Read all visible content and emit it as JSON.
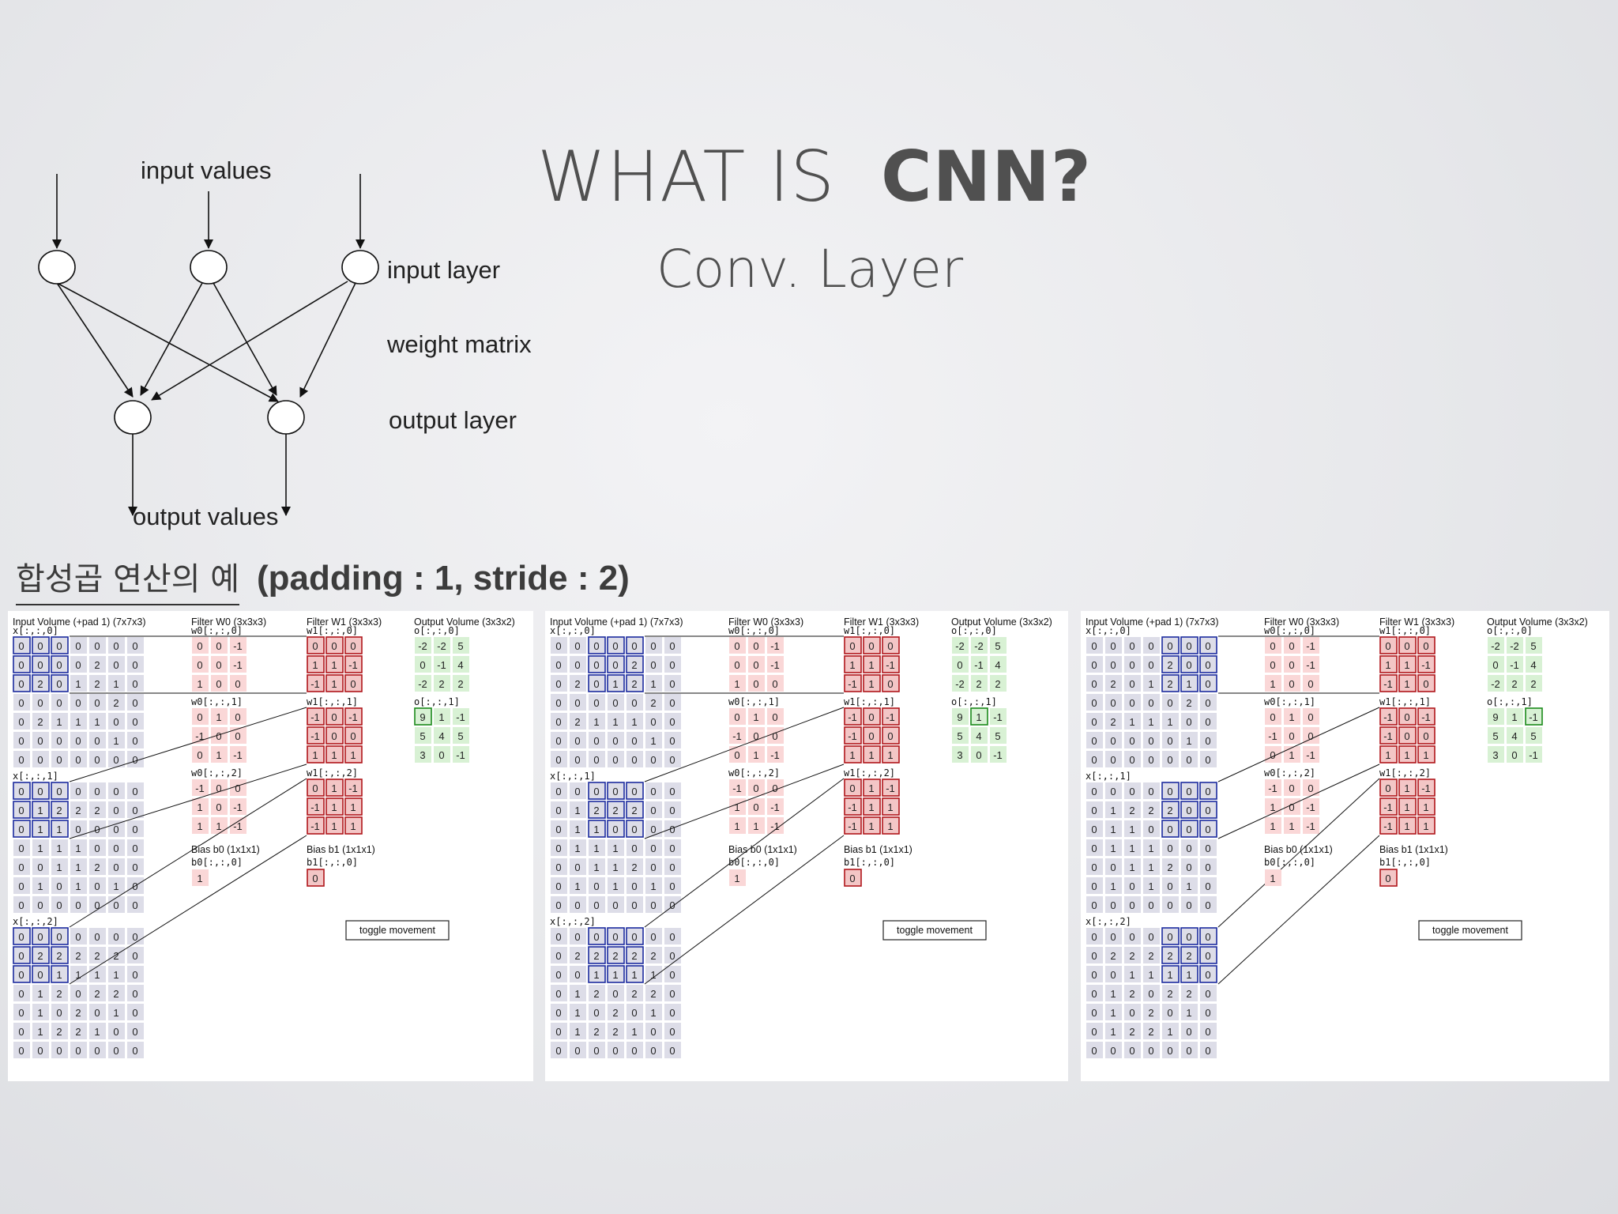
{
  "slide": {
    "title_prefix": "WHAT IS",
    "title_bold": "CNN?",
    "subtitle": "Conv. Layer"
  },
  "nn_diagram": {
    "label_input_values": "input values",
    "label_input_layer": "input layer",
    "label_weight_matrix": "weight matrix",
    "label_output_layer": "output layer",
    "label_output_values": "output values"
  },
  "example_heading": {
    "korean": "합성곱 연산의 예",
    "params": "(padding : 1, stride : 2)"
  },
  "demo": {
    "labels": {
      "input_volume": "Input Volume (+pad 1) (7x7x3)",
      "filter_w0": "Filter W0 (3x3x3)",
      "filter_w1": "Filter W1 (3x3x3)",
      "output_volume": "Output Volume (3x3x2)",
      "bias_b0": "Bias b0 (1x1x1)",
      "bias_b1": "Bias b1 (1x1x1)",
      "bias_b0_slice": "b0[:,:,0]",
      "bias_b1_slice": "b1[:,:,0]",
      "toggle_button": "toggle movement"
    },
    "input_slices": [
      "x[:,:,0]",
      "x[:,:,1]",
      "x[:,:,2]"
    ],
    "w0_slices": [
      "w0[:,:,0]",
      "w0[:,:,1]",
      "w0[:,:,2]"
    ],
    "w1_slices": [
      "w1[:,:,0]",
      "w1[:,:,1]",
      "w1[:,:,2]"
    ],
    "output_slices": [
      "o[:,:,0]",
      "o[:,:,1]"
    ],
    "input": [
      [
        [
          "0",
          "0",
          "0",
          "0",
          "0",
          "0",
          "0"
        ],
        [
          "0",
          "0",
          "0",
          "0",
          "2",
          "0",
          "0"
        ],
        [
          "0",
          "2",
          "0",
          "1",
          "2",
          "1",
          "0"
        ],
        [
          "0",
          "0",
          "0",
          "0",
          "0",
          "2",
          "0"
        ],
        [
          "0",
          "2",
          "1",
          "1",
          "1",
          "0",
          "0"
        ],
        [
          "0",
          "0",
          "0",
          "0",
          "0",
          "1",
          "0"
        ],
        [
          "0",
          "0",
          "0",
          "0",
          "0",
          "0",
          "0"
        ]
      ],
      [
        [
          "0",
          "0",
          "0",
          "0",
          "0",
          "0",
          "0"
        ],
        [
          "0",
          "1",
          "2",
          "2",
          "2",
          "0",
          "0"
        ],
        [
          "0",
          "1",
          "1",
          "0",
          "0",
          "0",
          "0"
        ],
        [
          "0",
          "1",
          "1",
          "1",
          "0",
          "0",
          "0"
        ],
        [
          "0",
          "0",
          "1",
          "1",
          "2",
          "0",
          "0"
        ],
        [
          "0",
          "1",
          "0",
          "1",
          "0",
          "1",
          "0"
        ],
        [
          "0",
          "0",
          "0",
          "0",
          "0",
          "0",
          "0"
        ]
      ],
      [
        [
          "0",
          "0",
          "0",
          "0",
          "0",
          "0",
          "0"
        ],
        [
          "0",
          "2",
          "2",
          "2",
          "2",
          "2",
          "0"
        ],
        [
          "0",
          "0",
          "1",
          "1",
          "1",
          "1",
          "0"
        ],
        [
          "0",
          "1",
          "2",
          "0",
          "2",
          "2",
          "0"
        ],
        [
          "0",
          "1",
          "0",
          "2",
          "0",
          "1",
          "0"
        ],
        [
          "0",
          "1",
          "2",
          "2",
          "1",
          "0",
          "0"
        ],
        [
          "0",
          "0",
          "0",
          "0",
          "0",
          "0",
          "0"
        ]
      ]
    ],
    "w0": [
      [
        [
          "0",
          "0",
          "-1"
        ],
        [
          "0",
          "0",
          "-1"
        ],
        [
          "1",
          "0",
          "0"
        ]
      ],
      [
        [
          "0",
          "1",
          "0"
        ],
        [
          "-1",
          "0",
          "0"
        ],
        [
          "0",
          "1",
          "-1"
        ]
      ],
      [
        [
          "-1",
          "0",
          "0"
        ],
        [
          "1",
          "0",
          "-1"
        ],
        [
          "1",
          "1",
          "-1"
        ]
      ]
    ],
    "w1": [
      [
        [
          "0",
          "0",
          "0"
        ],
        [
          "1",
          "1",
          "-1"
        ],
        [
          "-1",
          "1",
          "0"
        ]
      ],
      [
        [
          "-1",
          "0",
          "-1"
        ],
        [
          "-1",
          "0",
          "0"
        ],
        [
          "1",
          "1",
          "1"
        ]
      ],
      [
        [
          "0",
          "1",
          "-1"
        ],
        [
          "-1",
          "1",
          "1"
        ],
        [
          "-1",
          "1",
          "1"
        ]
      ]
    ],
    "b0": "1",
    "b1": "0",
    "output": [
      [
        [
          "-2",
          "-2",
          "5"
        ],
        [
          "0",
          "-1",
          "4"
        ],
        [
          "-2",
          "2",
          "2"
        ]
      ],
      [
        [
          "9",
          "1",
          "-1"
        ],
        [
          "5",
          "4",
          "5"
        ],
        [
          "3",
          "0",
          "-1"
        ]
      ]
    ],
    "panel_states": [
      {
        "window_row": 0,
        "window_col": 0,
        "out_row": 0,
        "out_col": 0
      },
      {
        "window_row": 0,
        "window_col": 1,
        "out_row": 0,
        "out_col": 1
      },
      {
        "window_row": 0,
        "window_col": 2,
        "out_row": 0,
        "out_col": 2
      }
    ]
  },
  "colors": {
    "input_cell": "#dddde8",
    "input_window": "#1c2b9e",
    "filter_w0_cell": "#fad7d7",
    "filter_w1_cell": "#f3c6c6",
    "filter_w1_border": "#b0161b",
    "output_cell": "#d8f1d4",
    "output_highlight": "#1a8a1a"
  }
}
